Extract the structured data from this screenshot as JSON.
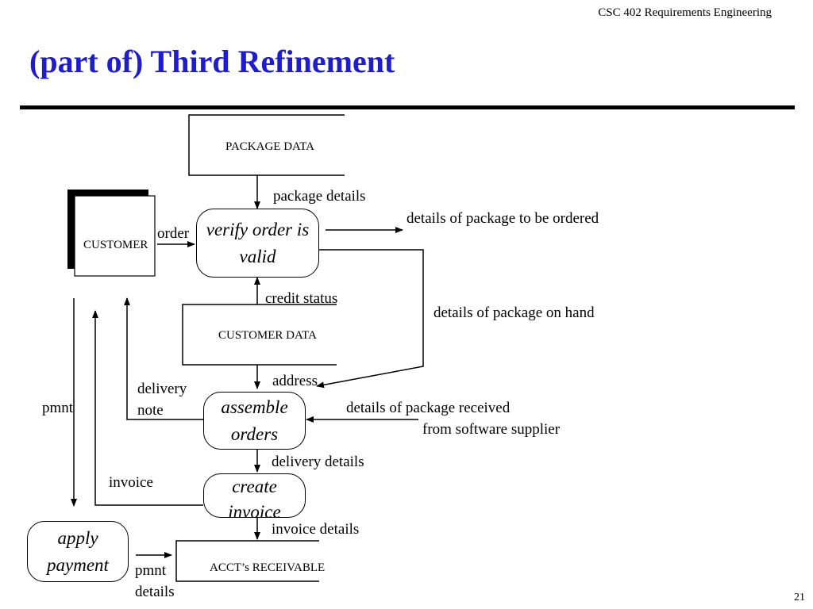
{
  "header": {
    "course": "CSC 402 Requirements Engineering",
    "title": "(part of) Third Refinement"
  },
  "footer": {
    "page_number": "21"
  },
  "processes": {
    "verify": "verify order is valid",
    "assemble": "assemble orders",
    "create": "create invoice",
    "apply": "apply payment"
  },
  "entities": {
    "customer": "CUSTOMER"
  },
  "stores": {
    "package": "PACKAGE DATA",
    "customer": "CUSTOMER DATA",
    "accounts": "ACCT’s RECEIVABLE"
  },
  "flows": {
    "package_details": "package details",
    "order": "order",
    "details_to_order": "details of package to be ordered",
    "credit_status": "credit status",
    "on_hand": "details of package on hand",
    "address": "address",
    "delivery_note_1": "delivery",
    "delivery_note_2": "note",
    "pmnt": "pmnt",
    "received_1": "details of package received",
    "received_2": "from software supplier",
    "delivery_details": "delivery details",
    "invoice": "invoice",
    "invoice_details": "invoice details",
    "pmnt_details_1": "pmnt",
    "pmnt_details_2": "details"
  }
}
